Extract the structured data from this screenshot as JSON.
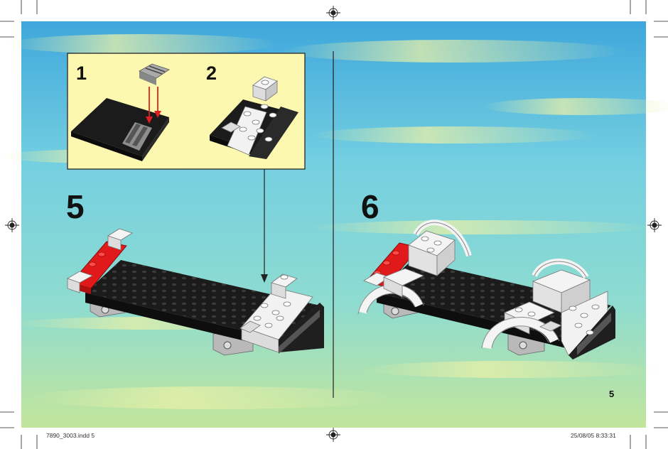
{
  "steps": {
    "main_left": "5",
    "main_right": "6",
    "sub_one": "1",
    "sub_two": "2"
  },
  "page_number": "5",
  "slug": {
    "file": "7890_3003.indd   5",
    "date": "25/08/05   8:33:31"
  },
  "colors": {
    "callout_background": "#fdf8b0",
    "sky_top": "#3fa7dc",
    "sky_bottom": "#c2e59c",
    "brick_black": "#1b1b1b",
    "brick_white": "#f4f4f4",
    "brick_red": "#e01a1a",
    "brick_gray": "#b9b9b9",
    "arrow_red": "#e02020"
  },
  "icons": [
    "registration-mark-icon",
    "crop-mark-icon"
  ]
}
